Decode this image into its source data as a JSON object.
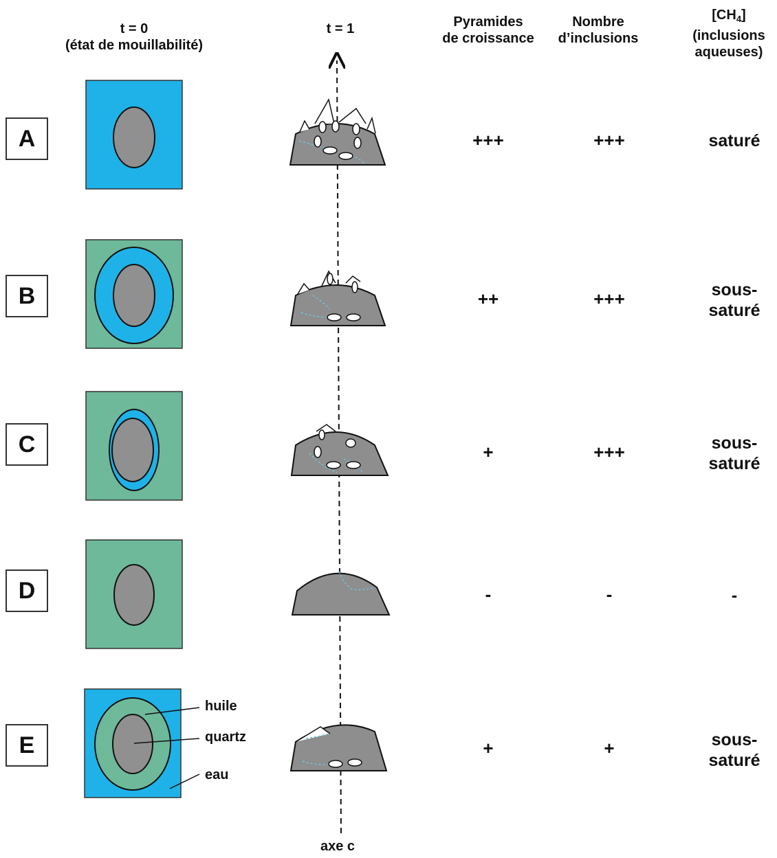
{
  "headers": {
    "t0": [
      "t = 0",
      "(état de mouillabilité)"
    ],
    "t1": "t = 1",
    "pyramides": [
      "Pyramides",
      "de croissance"
    ],
    "inclusions": [
      "Nombre",
      "d’inclusions"
    ],
    "ch4": {
      "main": "[CH",
      "sub": "4",
      "end": "]",
      "line2": "(inclusions",
      "line3": "aqueuses)"
    }
  },
  "axis_label": "axe c",
  "rows": [
    {
      "label": "A",
      "pyramides": "+++",
      "inclusions": "+++",
      "ch4": [
        "saturé"
      ]
    },
    {
      "label": "B",
      "pyramides": "++",
      "inclusions": "+++",
      "ch4": [
        "sous-",
        "saturé"
      ]
    },
    {
      "label": "C",
      "pyramides": "+",
      "inclusions": "+++",
      "ch4": [
        "sous-",
        "saturé"
      ]
    },
    {
      "label": "D",
      "pyramides": "-",
      "inclusions": "-",
      "ch4": [
        "-"
      ]
    },
    {
      "label": "E",
      "pyramides": "+",
      "inclusions": "+",
      "ch4": [
        "sous-",
        "saturé"
      ]
    }
  ],
  "legend": {
    "oil": "huile",
    "quartz": "quartz",
    "water": "eau"
  },
  "colors": {
    "water": "#1eb2e8",
    "oil": "#6db99a",
    "quartz": "#909090"
  }
}
